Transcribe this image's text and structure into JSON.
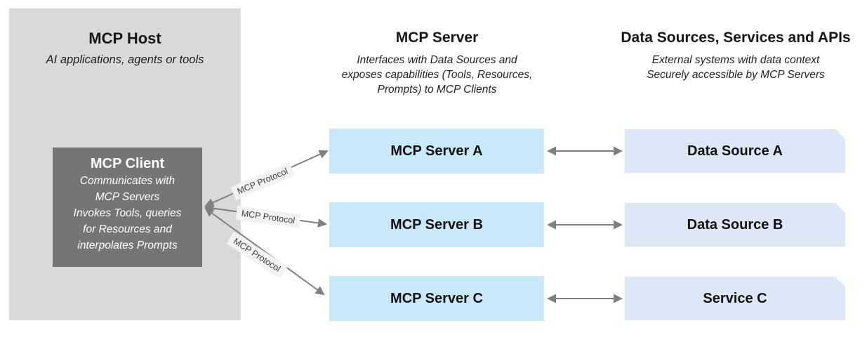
{
  "diagram": {
    "host": {
      "title": "MCP Host",
      "subtitle": "AI applications, agents or tools",
      "client": {
        "title": "MCP Client",
        "body_lines": [
          "Communicates with",
          "MCP Servers",
          "Invokes Tools, queries",
          "for Resources and",
          "interpolates Prompts"
        ]
      }
    },
    "server_column": {
      "title": "MCP Server",
      "subtitle_lines": [
        "Interfaces with Data Sources and",
        "exposes capabilities (Tools, Resources,",
        "Prompts) to MCP Clients"
      ],
      "nodes": [
        {
          "label": "MCP Server A"
        },
        {
          "label": "MCP Server B"
        },
        {
          "label": "MCP Server C"
        }
      ]
    },
    "sources_column": {
      "title": "Data Sources, Services and APIs",
      "subtitle_lines": [
        "External systems with data context",
        "Securely accessible by MCP Servers"
      ],
      "nodes": [
        {
          "label": "Data Source A"
        },
        {
          "label": "Data Source B"
        },
        {
          "label": "Service C"
        }
      ]
    },
    "protocol_labels": [
      {
        "text": "MCP Protocol"
      },
      {
        "text": "MCP Protocol"
      },
      {
        "text": "MCP Protocol"
      }
    ],
    "colors": {
      "host_panel": "#d9d9d9",
      "client_box": "#757575",
      "server_box": "#c9e9fa",
      "data_box": "#dce8f6",
      "arrow": "#7f7f7f",
      "label_bg": "#f2f2f2"
    }
  }
}
